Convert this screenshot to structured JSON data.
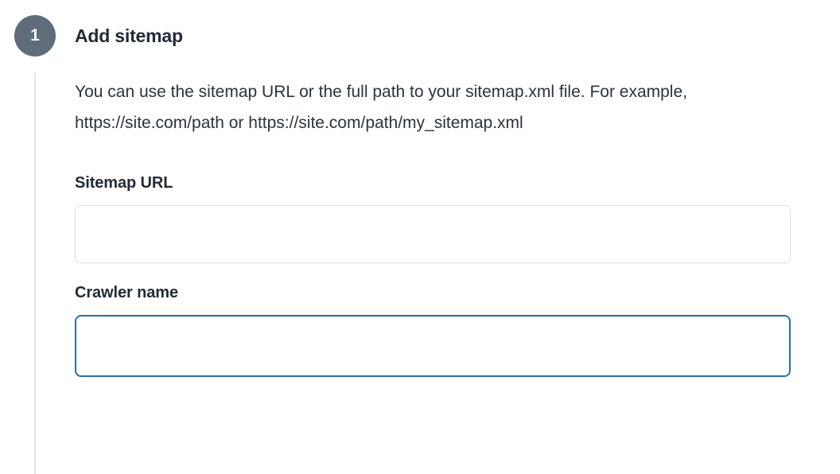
{
  "step": {
    "number": "1",
    "title": "Add sitemap",
    "description": "You can use the sitemap URL or the full path to your sitemap.xml file. For example, https://site.com/path or https://site.com/path/my_sitemap.xml"
  },
  "fields": {
    "sitemap_url": {
      "label": "Sitemap URL",
      "value": "",
      "placeholder": ""
    },
    "crawler_name": {
      "label": "Crawler name",
      "value": "",
      "placeholder": ""
    }
  },
  "colors": {
    "badge_background": "#5f6c79",
    "badge_text": "#ffffff",
    "title_text": "#222b36",
    "body_text": "#2b333d",
    "input_border": "#dcdcdc",
    "input_border_focused": "#2a6ea6",
    "connector_line": "#e2e4e6",
    "page_background": "#ffffff"
  }
}
